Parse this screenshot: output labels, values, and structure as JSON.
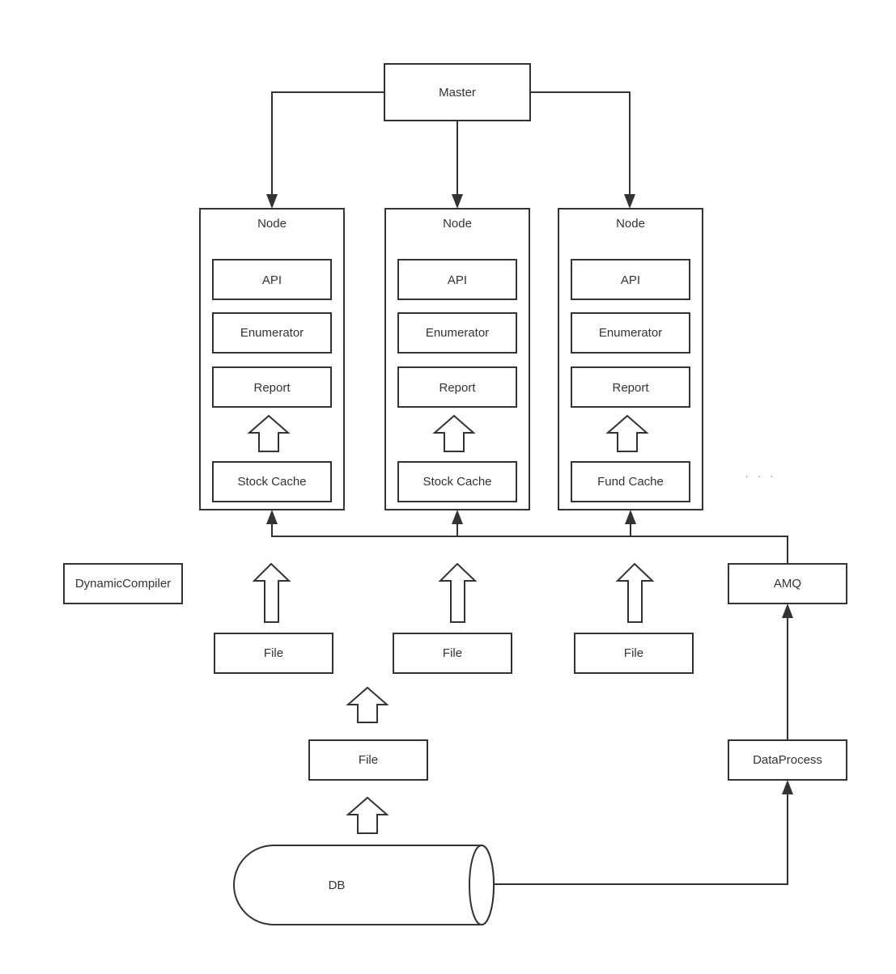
{
  "master": {
    "label": "Master"
  },
  "nodes": [
    {
      "title": "Node",
      "components": [
        "API",
        "Enumerator",
        "Report"
      ],
      "cache": "Stock Cache"
    },
    {
      "title": "Node",
      "components": [
        "API",
        "Enumerator",
        "Report"
      ],
      "cache": "Stock Cache"
    },
    {
      "title": "Node",
      "components": [
        "API",
        "Enumerator",
        "Report"
      ],
      "cache": "Fund Cache"
    }
  ],
  "more_indicator": "· · ·",
  "dynamic_compiler": {
    "label": "DynamicCompiler"
  },
  "amq": {
    "label": "AMQ"
  },
  "files_row": [
    "File",
    "File",
    "File"
  ],
  "source_file": {
    "label": "File"
  },
  "data_process": {
    "label": "DataProcess"
  },
  "db": {
    "label": "DB"
  }
}
